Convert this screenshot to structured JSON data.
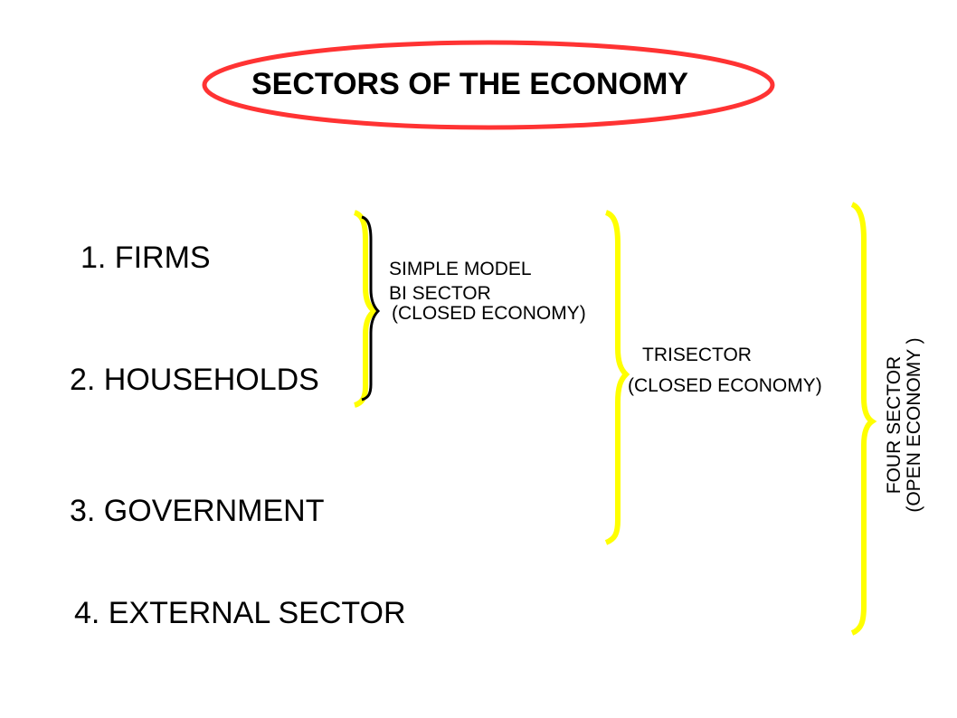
{
  "title": "SECTORS OF THE ECONOMY",
  "colors": {
    "title_oval": "#ff3333",
    "brace_yellow": "#ffff00",
    "brace_black": "#000000",
    "text": "#000000"
  },
  "sectors": [
    {
      "label": "1. FIRMS"
    },
    {
      "label": "2. HOUSEHOLDS"
    },
    {
      "label": "3. GOVERNMENT"
    },
    {
      "label": "4. EXTERNAL SECTOR"
    }
  ],
  "groupings": {
    "bi_sector": {
      "line1": "SIMPLE MODEL",
      "line2": "BI SECTOR",
      "line3": "(CLOSED ECONOMY)"
    },
    "tri_sector": {
      "line1": "TRISECTOR",
      "line2": "(CLOSED ECONOMY)"
    },
    "four_sector": {
      "line1": "FOUR SECTOR",
      "line2": "(OPEN ECONOMY )"
    }
  }
}
